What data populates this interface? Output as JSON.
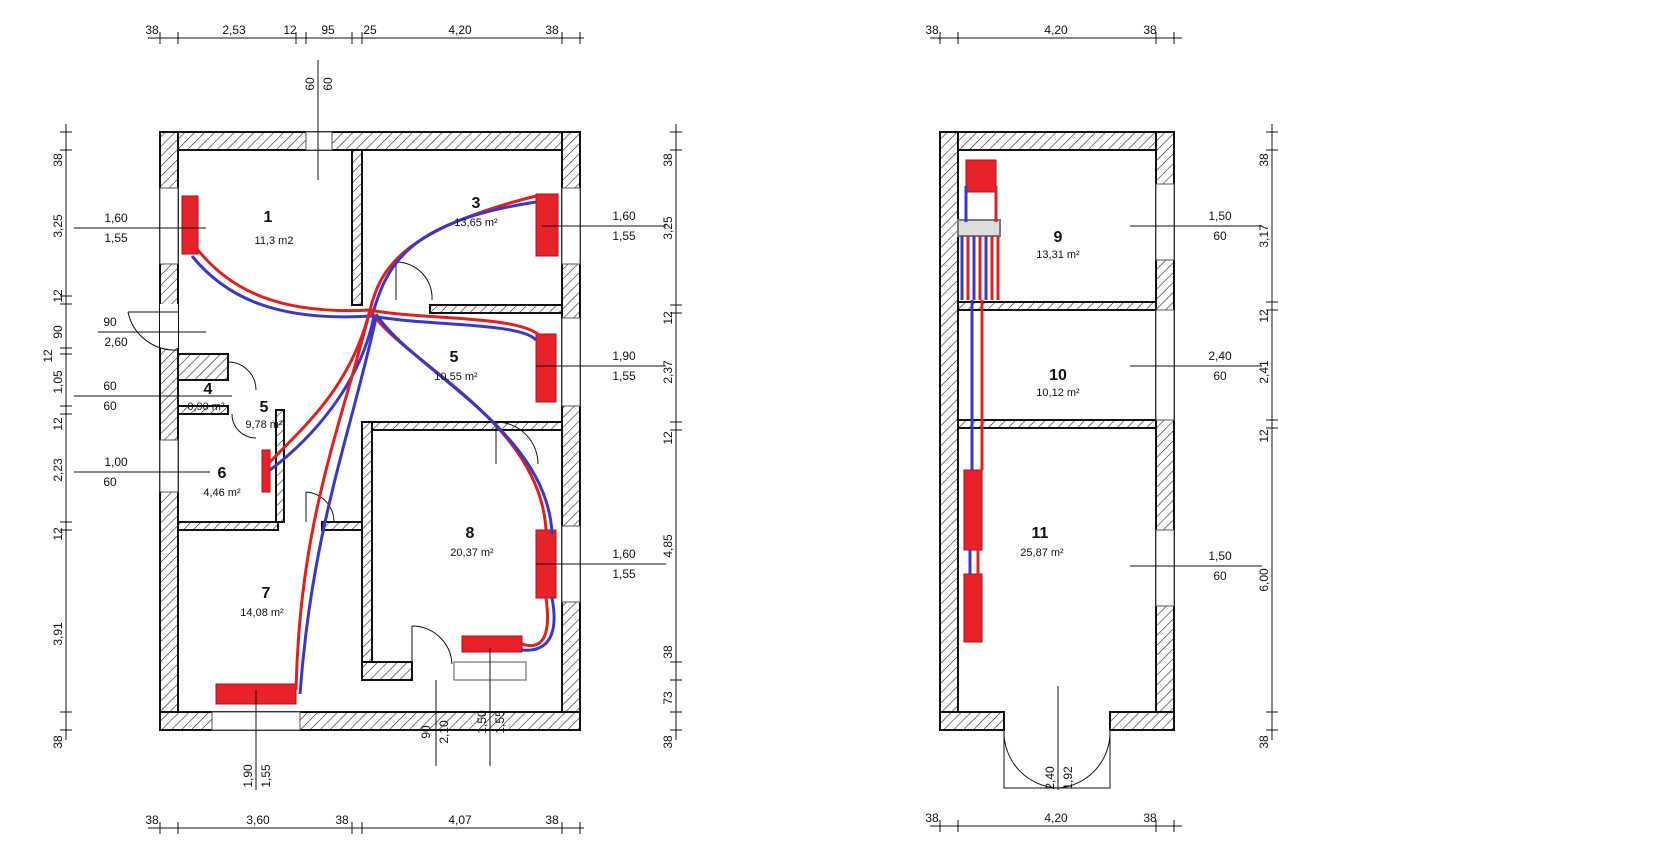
{
  "plan_left": {
    "top_dims": [
      "38",
      "2,53",
      "12",
      "95",
      "25",
      "4,20",
      "38"
    ],
    "bottom_dims": [
      "38",
      "3,60",
      "38",
      "4,07",
      "38"
    ],
    "left_dims": [
      "38",
      "3,25",
      "12",
      "90",
      "12",
      "1,05",
      "12",
      "2,23",
      "12",
      "3,91",
      "38"
    ],
    "right_dims": [
      "38",
      "3,25",
      "12",
      "2,37",
      "12",
      "4,85",
      "38",
      "73",
      "38"
    ],
    "vent_dims": [
      "60",
      "60"
    ],
    "door_dims": [
      "90",
      "2,10"
    ],
    "door_dims_2": [
      "1,50",
      "1,55"
    ],
    "door_dims_3": [
      "1,90",
      "1,55"
    ],
    "window_labels": {
      "w1": [
        "1,60",
        "1,55"
      ],
      "w2": [
        "90",
        "2,60"
      ],
      "w3": [
        "60",
        "60"
      ],
      "w4": [
        "1,00",
        "60"
      ],
      "w5": [
        "1,60",
        "1,55"
      ],
      "w6": [
        "1,90",
        "1,55"
      ],
      "w7": [
        "1,60",
        "1,55"
      ]
    },
    "rooms": [
      {
        "num": "1",
        "area": "11,3 m2"
      },
      {
        "num": "3",
        "area": "13,65 m²"
      },
      {
        "num": "4",
        "area": "0,90 m²"
      },
      {
        "num": "5",
        "area": "9,78 m²"
      },
      {
        "num": "5",
        "area": "10,55 m²"
      },
      {
        "num": "6",
        "area": "4,46 m²"
      },
      {
        "num": "7",
        "area": "14,08 m²"
      },
      {
        "num": "8",
        "area": "20,37 m²"
      }
    ]
  },
  "plan_right": {
    "top_dims": [
      "38",
      "4,20",
      "38"
    ],
    "bottom_dims": [
      "38",
      "4,20",
      "38"
    ],
    "right_dims": [
      "38",
      "3,17",
      "12",
      "2,41",
      "12",
      "6,00",
      "38"
    ],
    "door_dims": [
      "2,40",
      "1,92"
    ],
    "window_labels": {
      "w1": [
        "1,50",
        "60"
      ],
      "w2": [
        "2,40",
        "60"
      ],
      "w3": [
        "1,50",
        "60"
      ]
    },
    "rooms": [
      {
        "num": "9",
        "area": "13,31 m²"
      },
      {
        "num": "10",
        "area": "10,12 m²"
      },
      {
        "num": "11",
        "area": "25,87 m²"
      }
    ]
  },
  "colors": {
    "radiator": "#e8222a",
    "supply_pipe": "#e02020",
    "return_pipe": "#3838c8",
    "lines": "#111111"
  }
}
